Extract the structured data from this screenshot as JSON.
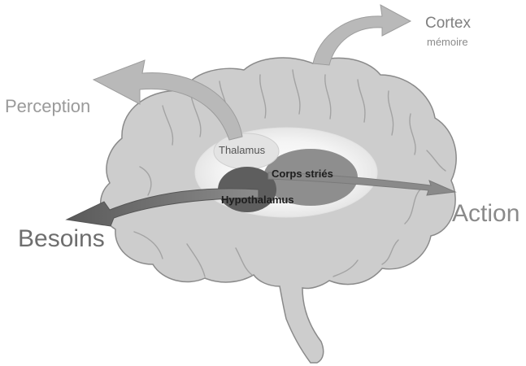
{
  "labels": {
    "cortex": "Cortex",
    "memoire": "mémoire",
    "perception": "Perception",
    "besoins": "Besoins",
    "action": "Action",
    "thalamus": "Thalamus",
    "corps_stries": "Corps striés",
    "hypothalamus": "Hypothalamus"
  },
  "colors": {
    "brain_fill": "#cdcdcd",
    "brain_outline": "#8a8a8a",
    "halo": "#efefef",
    "thalamus": "#e3e3e3",
    "corps_stries": "#8e8e8e",
    "hypothalamus": "#5e5e5e",
    "arrow_light": "#b9b9b9",
    "arrow_dark": "#666666"
  }
}
